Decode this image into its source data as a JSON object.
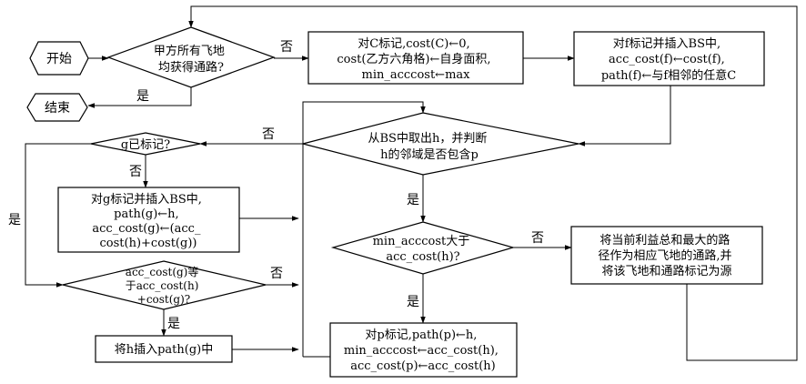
{
  "nodes": {
    "start": "开始",
    "end": "结束",
    "cond_all_connected": [
      "甲方所有飞地",
      "均获得通路?"
    ],
    "proc_mark_c": [
      "对C标记,cost(C)←0,",
      "cost(乙方六角格)←自身面积,",
      "min_acccost←max"
    ],
    "proc_mark_f": [
      "对f标记并插入BS中,",
      "acc_cost(f)←cost(f),",
      "path(f)←与f相邻的任意C"
    ],
    "cond_take_h": [
      "从BS中取出h，并判断",
      "h的邻域是否包含p"
    ],
    "cond_g_marked": [
      "g已标记?"
    ],
    "proc_mark_g": [
      "对g标记并插入BS中,",
      "path(g)←h,",
      "acc_cost(g)←(acc_",
      "cost(h)+cost(g))"
    ],
    "cond_acc_cost_g": [
      "acc_cost(g)等",
      "于acc_cost(h)",
      "+cost(g)?"
    ],
    "proc_insert_h": [
      "将h插入path(g)中"
    ],
    "cond_min_acccost": [
      "min_acccost大于",
      "acc_cost(h)?"
    ],
    "proc_mark_p": [
      "对p标记,path(p)←h,",
      "min_acccost←acc_cost(h),",
      "acc_cost(p)←acc_cost(h)"
    ],
    "proc_set_source": [
      "将当前利益总和最大的路",
      "径作为相应飞地的通路,并",
      "将该飞地和通路标记为源"
    ]
  },
  "edge_labels": {
    "yes": "是",
    "no": "否"
  }
}
